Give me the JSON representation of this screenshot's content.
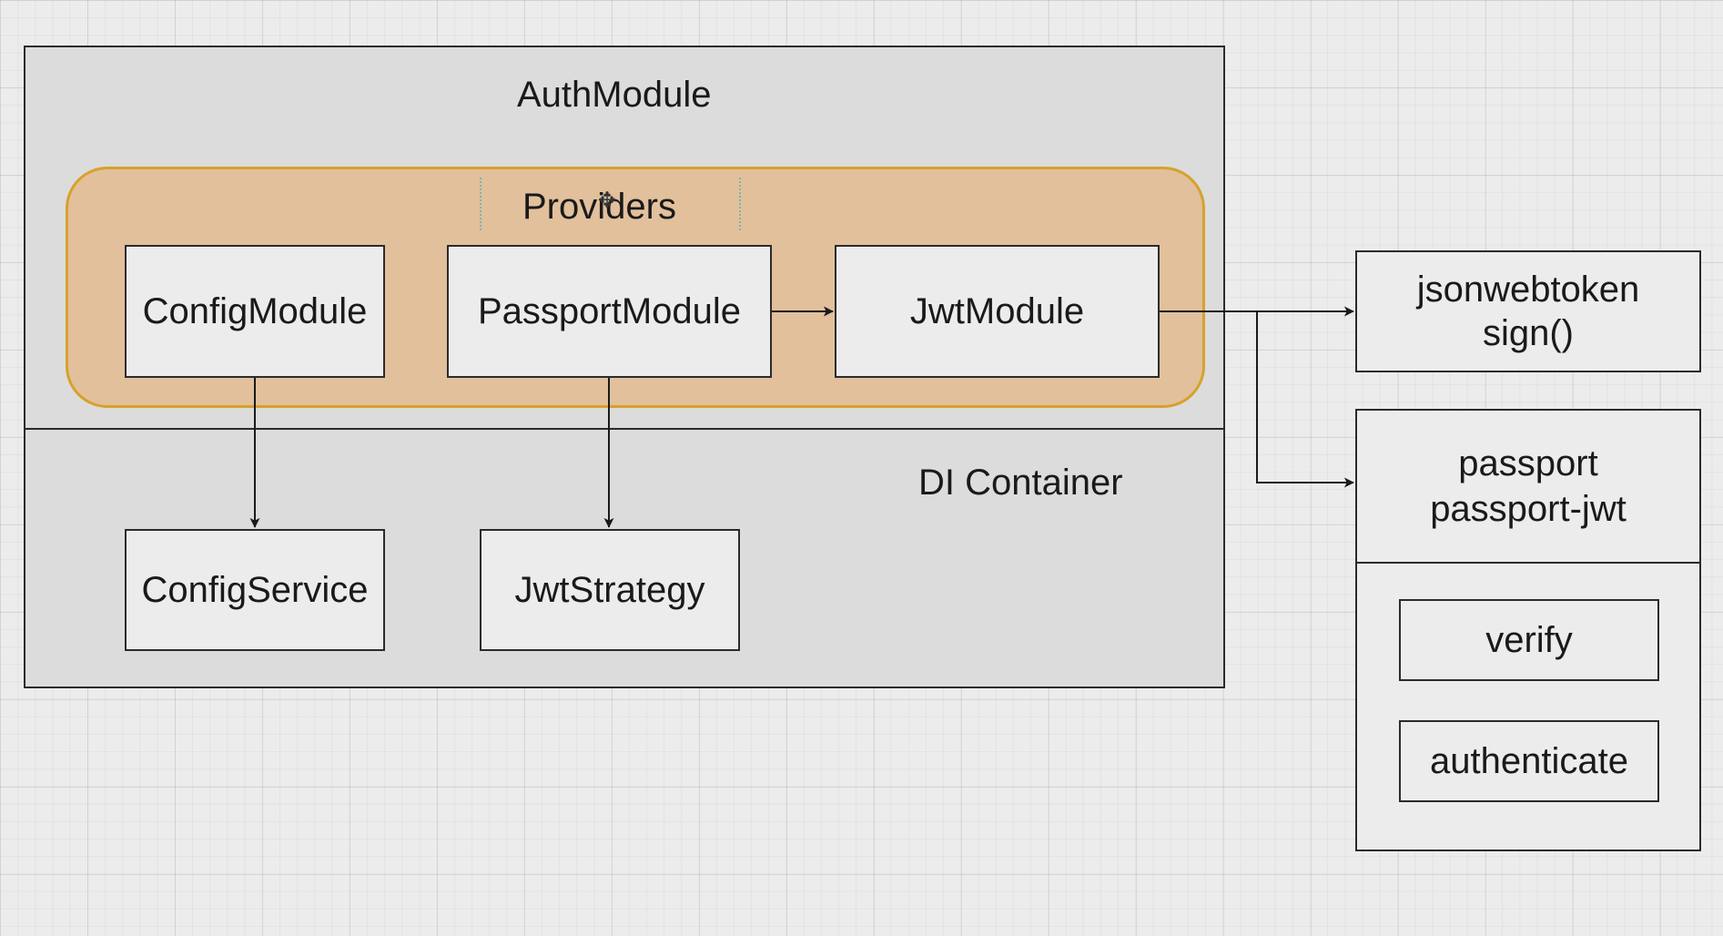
{
  "diagram": {
    "auth_module": {
      "title": "AuthModule"
    },
    "providers": {
      "title": "Providers",
      "items": [
        {
          "label": "ConfigModule"
        },
        {
          "label": "PassportModule"
        },
        {
          "label": "JwtModule"
        }
      ]
    },
    "di_container": {
      "title": "DI Container",
      "items": [
        {
          "label": "ConfigService"
        },
        {
          "label": "JwtStrategy"
        }
      ]
    },
    "external": {
      "jsonwebtoken": {
        "line1": "jsonwebtoken",
        "line2": "sign()"
      },
      "passport": {
        "line1": "passport",
        "line2": "passport-jwt",
        "methods": [
          "verify",
          "authenticate"
        ]
      }
    },
    "colors": {
      "providers_fill": "#e2c09c",
      "providers_border": "#d7a12b",
      "module_fill": "#dcdcdc",
      "box_fill": "#ececec",
      "stroke": "#2b2b2b"
    }
  }
}
